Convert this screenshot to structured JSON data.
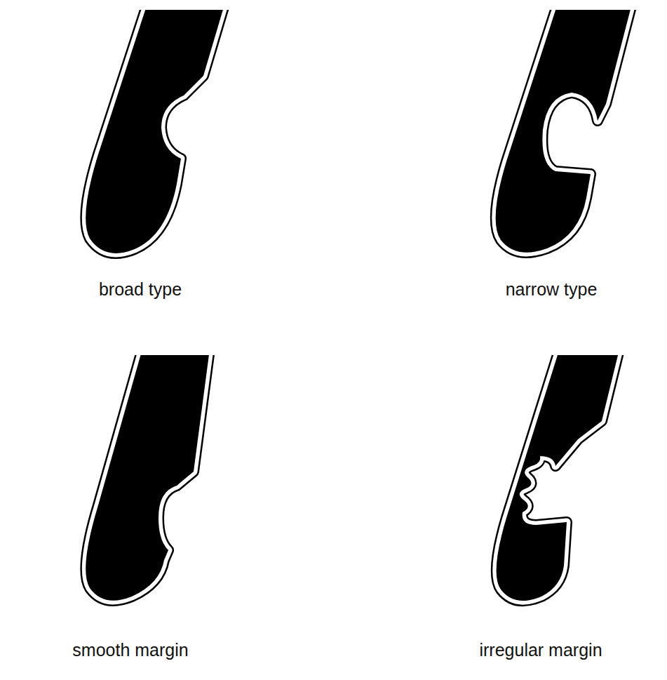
{
  "diagram": {
    "labels": [
      "broad type",
      "narrow type",
      "smooth margin",
      "irregular margin"
    ]
  }
}
